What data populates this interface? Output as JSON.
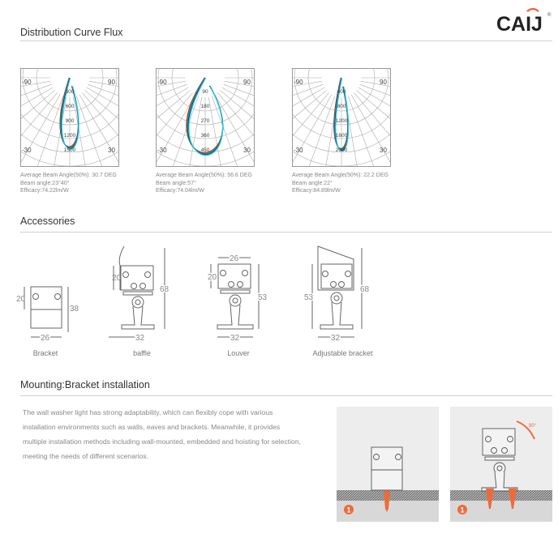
{
  "header": {
    "logo_text": "CAIJ",
    "logo_mark": "®"
  },
  "sections": {
    "distribution": "Distribution Curve Flux",
    "accessories": "Accessories",
    "mounting": "Mounting:Bracket installation"
  },
  "chart_data": [
    {
      "type": "polar",
      "angle_labels": [
        "-90",
        "90",
        "-30",
        "30"
      ],
      "radial_labels": [
        "300",
        "600",
        "900",
        "1200",
        "1500"
      ],
      "series_colors": [
        "#e8141c",
        "#1bb52b",
        "#1a2fd8",
        "#12d6e8"
      ],
      "beam_half_angle": 15,
      "max_radial": 1500,
      "peak": 1300,
      "caption": [
        "Average Beam Angle(50%): 30.7 DEG",
        "Beam angle:23°40°",
        "Efficacy:74.22lm/W"
      ]
    },
    {
      "type": "polar",
      "angle_labels": [
        "-90",
        "90",
        "-30",
        "30"
      ],
      "radial_labels": [
        "90",
        "180",
        "270",
        "360",
        "450"
      ],
      "series_colors": [
        "#e8141c",
        "#1bb52b",
        "#1a2fd8",
        "#12d6e8"
      ],
      "beam_half_angle": 28,
      "max_radial": 500,
      "peak": 470,
      "caption": [
        "Average Beam Angle(50%): 56.6 DEG",
        "Beam angle:57°",
        "Efficacy:74.04lm/W"
      ]
    },
    {
      "type": "polar",
      "angle_labels": [
        "-90",
        "90",
        "-30",
        "30"
      ],
      "radial_labels": [
        "400",
        "800",
        "1200",
        "1600",
        "2000"
      ],
      "series_colors": [
        "#e8141c",
        "#1bb52b",
        "#1a2fd8",
        "#12d6e8"
      ],
      "beam_half_angle": 11,
      "max_radial": 2300,
      "peak": 2050,
      "caption": [
        "Average Beam Angle(50%): 22.2 DEG",
        "Beam angle:22°",
        "Efficacy:84.89lm/W"
      ]
    }
  ],
  "accessories": [
    {
      "label": "Bracket",
      "dims": [
        "20",
        "38",
        "26"
      ]
    },
    {
      "label": "baffle",
      "dims": [
        "20",
        "68",
        "32"
      ]
    },
    {
      "label": "Louver",
      "dims": [
        "26",
        "20",
        "53",
        "32"
      ]
    },
    {
      "label": "Adjustable bracket",
      "dims": [
        "53",
        "68",
        "32"
      ]
    }
  ],
  "mounting": {
    "description": "The wall washer light has strong adaptability, which can flexibly cope with various installation environments such as walls, eaves and brackets. Meanwhile, it provides multiple installation methods including wall-mounted, embedded and hoisting for selection, meeting the needs of different scenarios.",
    "step_badges": [
      "1",
      "1"
    ],
    "rotation_label": "90°",
    "accent": "#ef6a3a"
  }
}
